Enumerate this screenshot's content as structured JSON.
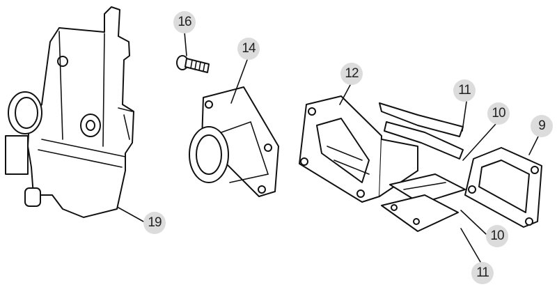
{
  "callouts": [
    {
      "id": "16",
      "part": "bolt"
    },
    {
      "id": "14",
      "part": "intake-manifold"
    },
    {
      "id": "12",
      "part": "reed-block"
    },
    {
      "id": "11",
      "part": "reed-petal-upper"
    },
    {
      "id": "10",
      "part": "reed-stopper-upper"
    },
    {
      "id": "9",
      "part": "gasket"
    },
    {
      "id": "19",
      "part": "carburetor"
    },
    {
      "id": "10",
      "part": "reed-stopper-lower"
    },
    {
      "id": "11",
      "part": "reed-petal-lower"
    }
  ],
  "colors": {
    "callout_bg": "#dcdcdc",
    "line": "#111111"
  }
}
